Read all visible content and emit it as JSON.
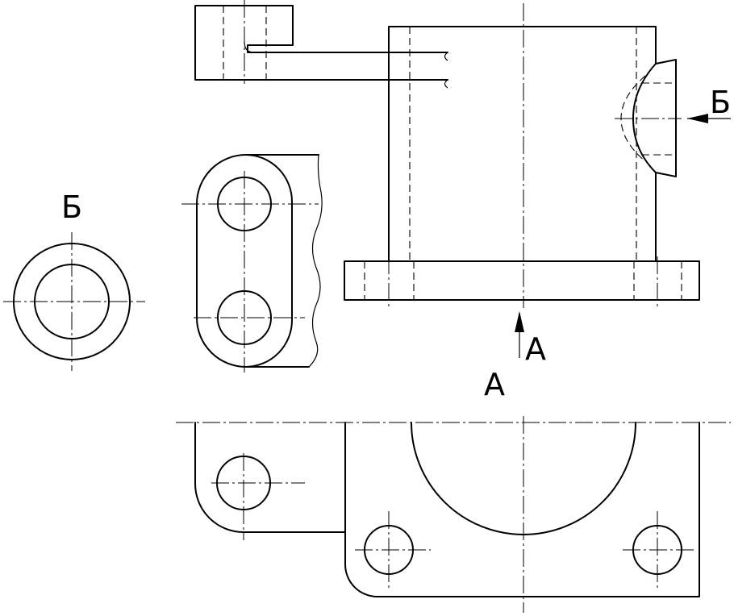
{
  "labels": {
    "section_b_arrow": "Б",
    "section_b_view": "Б",
    "view_a_arrow": "А",
    "view_a_view": "А"
  },
  "colors": {
    "line": "#000000",
    "background": "#ffffff"
  }
}
